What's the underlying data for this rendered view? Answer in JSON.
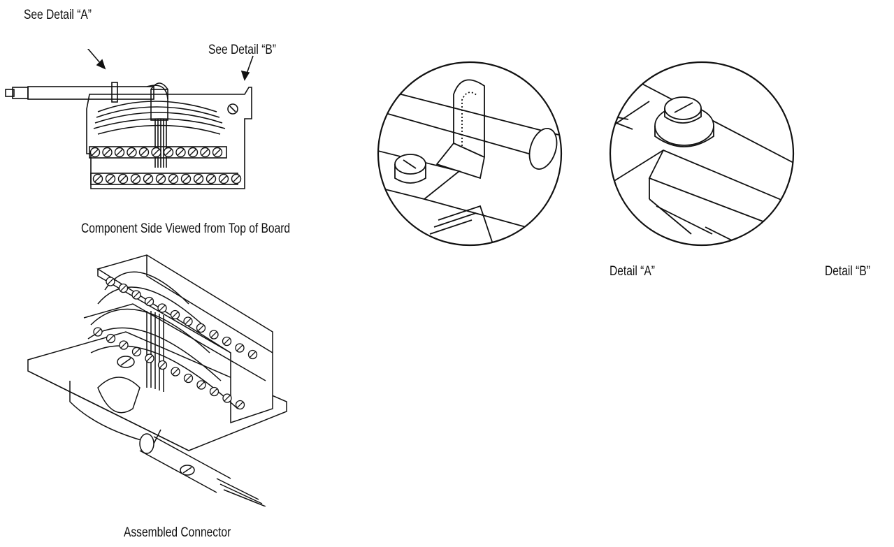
{
  "labels": {
    "see_detail_a": "See Detail “A”",
    "see_detail_b": "See Detail “B”",
    "component_side": "Component Side Viewed from Top of Board",
    "detail_a": "Detail “A”",
    "detail_b": "Detail “B”",
    "assembled_connector": "Assembled Connector"
  }
}
